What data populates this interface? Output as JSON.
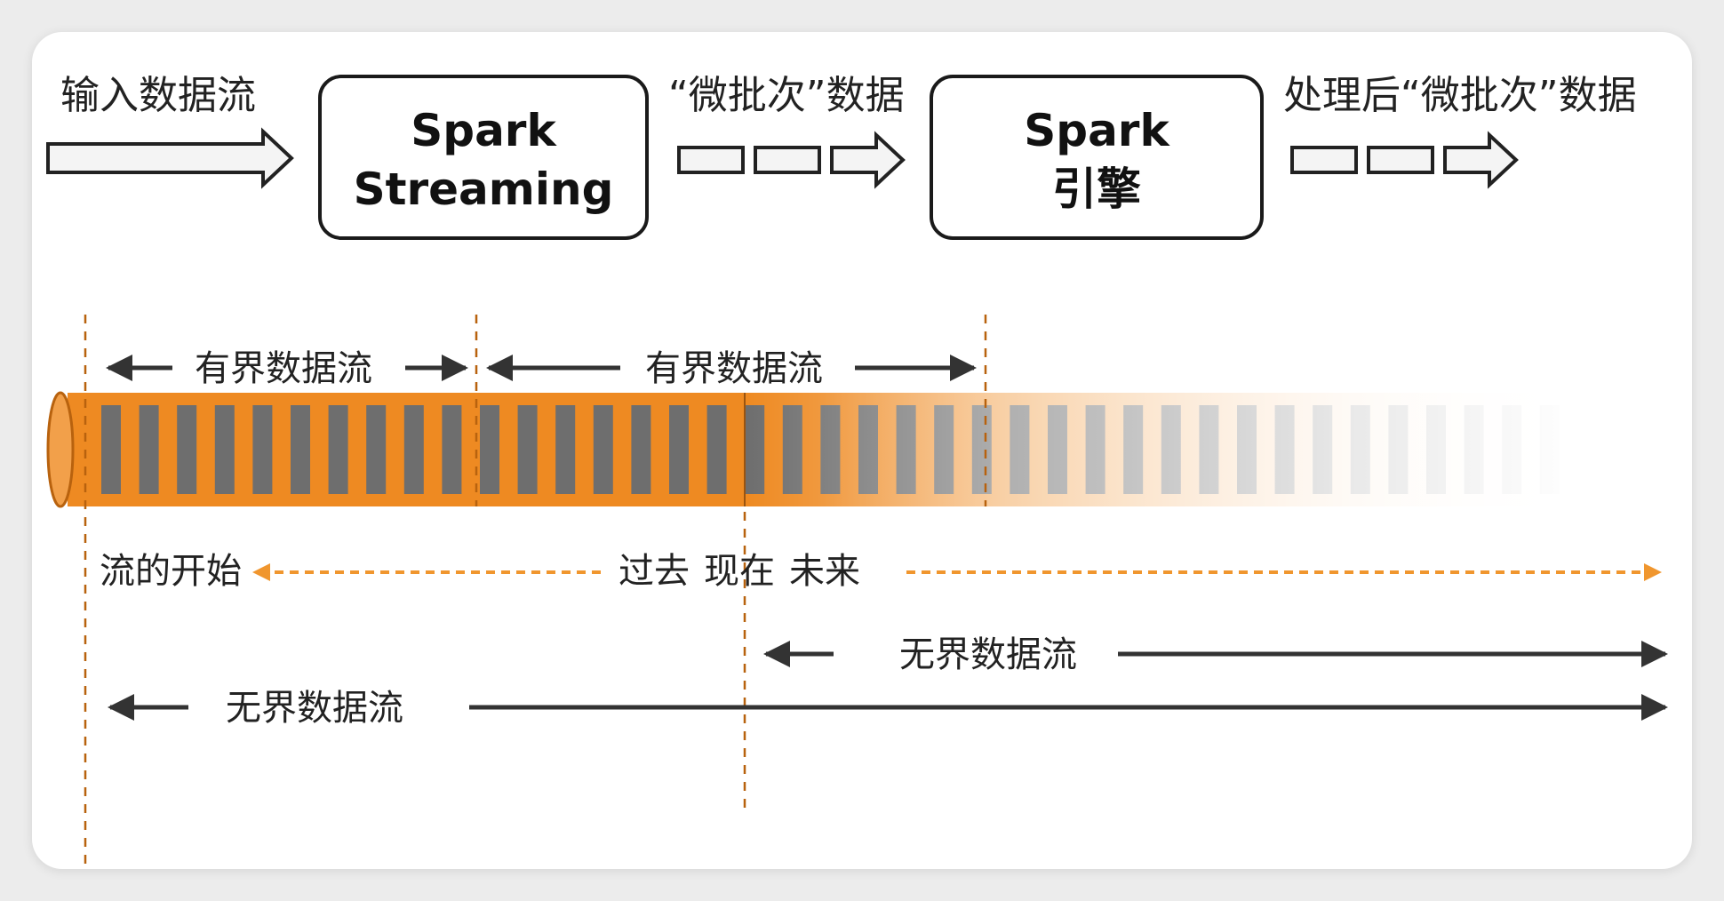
{
  "labels": {
    "input_stream": "输入数据流",
    "spark_streaming_line1": "Spark",
    "spark_streaming_line2": "Streaming",
    "micro_batch_data": "“微批次”数据",
    "spark_engine_line1": "Spark",
    "spark_engine_line2": "引擎",
    "processed_micro_batch_data": "处理后“微批次”数据",
    "bounded_stream_1": "有界数据流",
    "bounded_stream_2": "有界数据流",
    "stream_start": "流的开始",
    "past": "过去",
    "now": "现在",
    "future": "未来",
    "unbounded_stream_now": "无界数据流",
    "unbounded_stream_start": "无界数据流"
  },
  "colors": {
    "tube_orange": "#ee8a22",
    "tube_dark_orange": "#b8620e",
    "bar_gray": "#6e6e6e",
    "timeline_orange": "#f0962e",
    "arrow_fill": "#f4f4f4",
    "ink": "#222222",
    "box_border": "#1a1a1a"
  },
  "icons": {
    "flow_arrow": "block-arrow-right",
    "batch_block": "rectangle-outline"
  }
}
